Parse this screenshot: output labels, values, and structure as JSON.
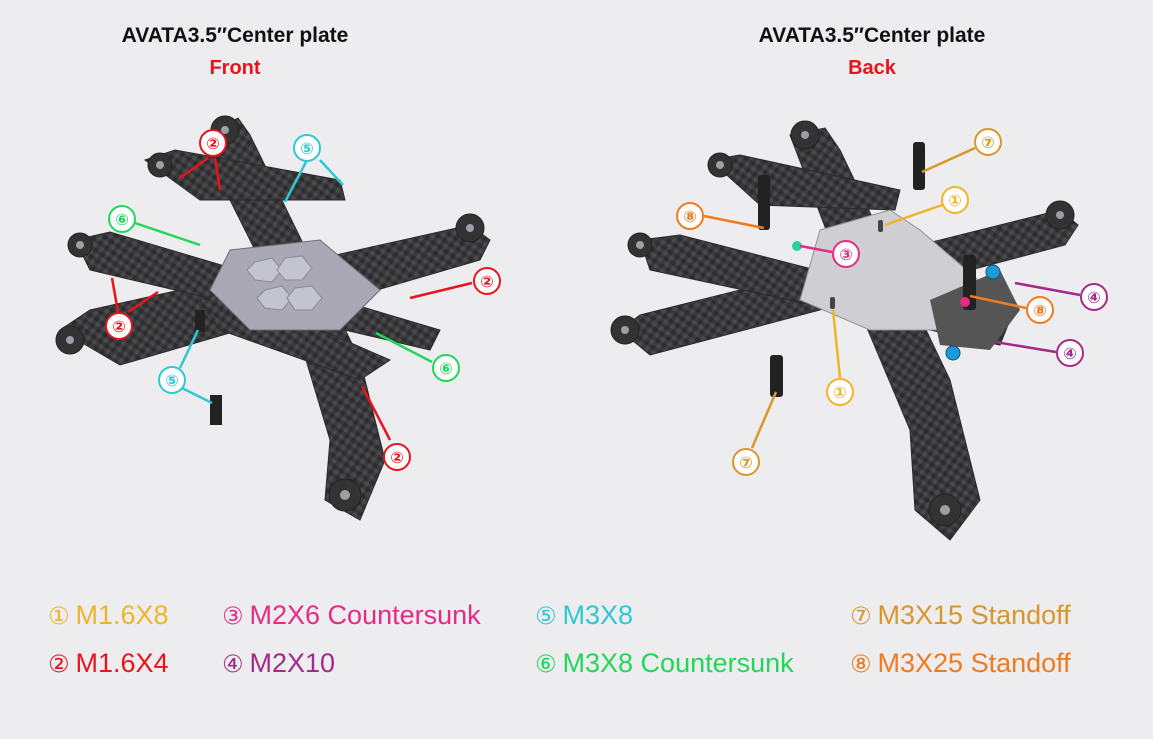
{
  "panels": {
    "front": {
      "title": "AVATA3.5″Center plate",
      "subtitle": "Front"
    },
    "back": {
      "title": "AVATA3.5″Center plate",
      "subtitle": "Back"
    }
  },
  "colors": {
    "c1": "#f0b42a",
    "c2": "#e8141c",
    "c3": "#e62a86",
    "c4": "#a32a86",
    "c5": "#2ec8d2",
    "c6": "#22d65a",
    "c7": "#d9962a",
    "c8": "#f07a1e",
    "carbon": "#3a3a3c",
    "plate": "#c9c9cd"
  },
  "callout_numbers": {
    "n1": "①",
    "n2": "②",
    "n3": "③",
    "n4": "④",
    "n5": "⑤",
    "n6": "⑥",
    "n7": "⑦",
    "n8": "⑧"
  },
  "legend": [
    {
      "num": "①",
      "label": "M1.6X8"
    },
    {
      "num": "②",
      "label": "M1.6X4"
    },
    {
      "num": "③",
      "label": "M2X6 Countersunk"
    },
    {
      "num": "④",
      "label": "M2X10"
    },
    {
      "num": "⑤",
      "label": "M3X8"
    },
    {
      "num": "⑥",
      "label": "M3X8 Countersunk"
    },
    {
      "num": "⑦",
      "label": "M3X15 Standoff"
    },
    {
      "num": "⑧",
      "label": "M3X25 Standoff"
    }
  ]
}
